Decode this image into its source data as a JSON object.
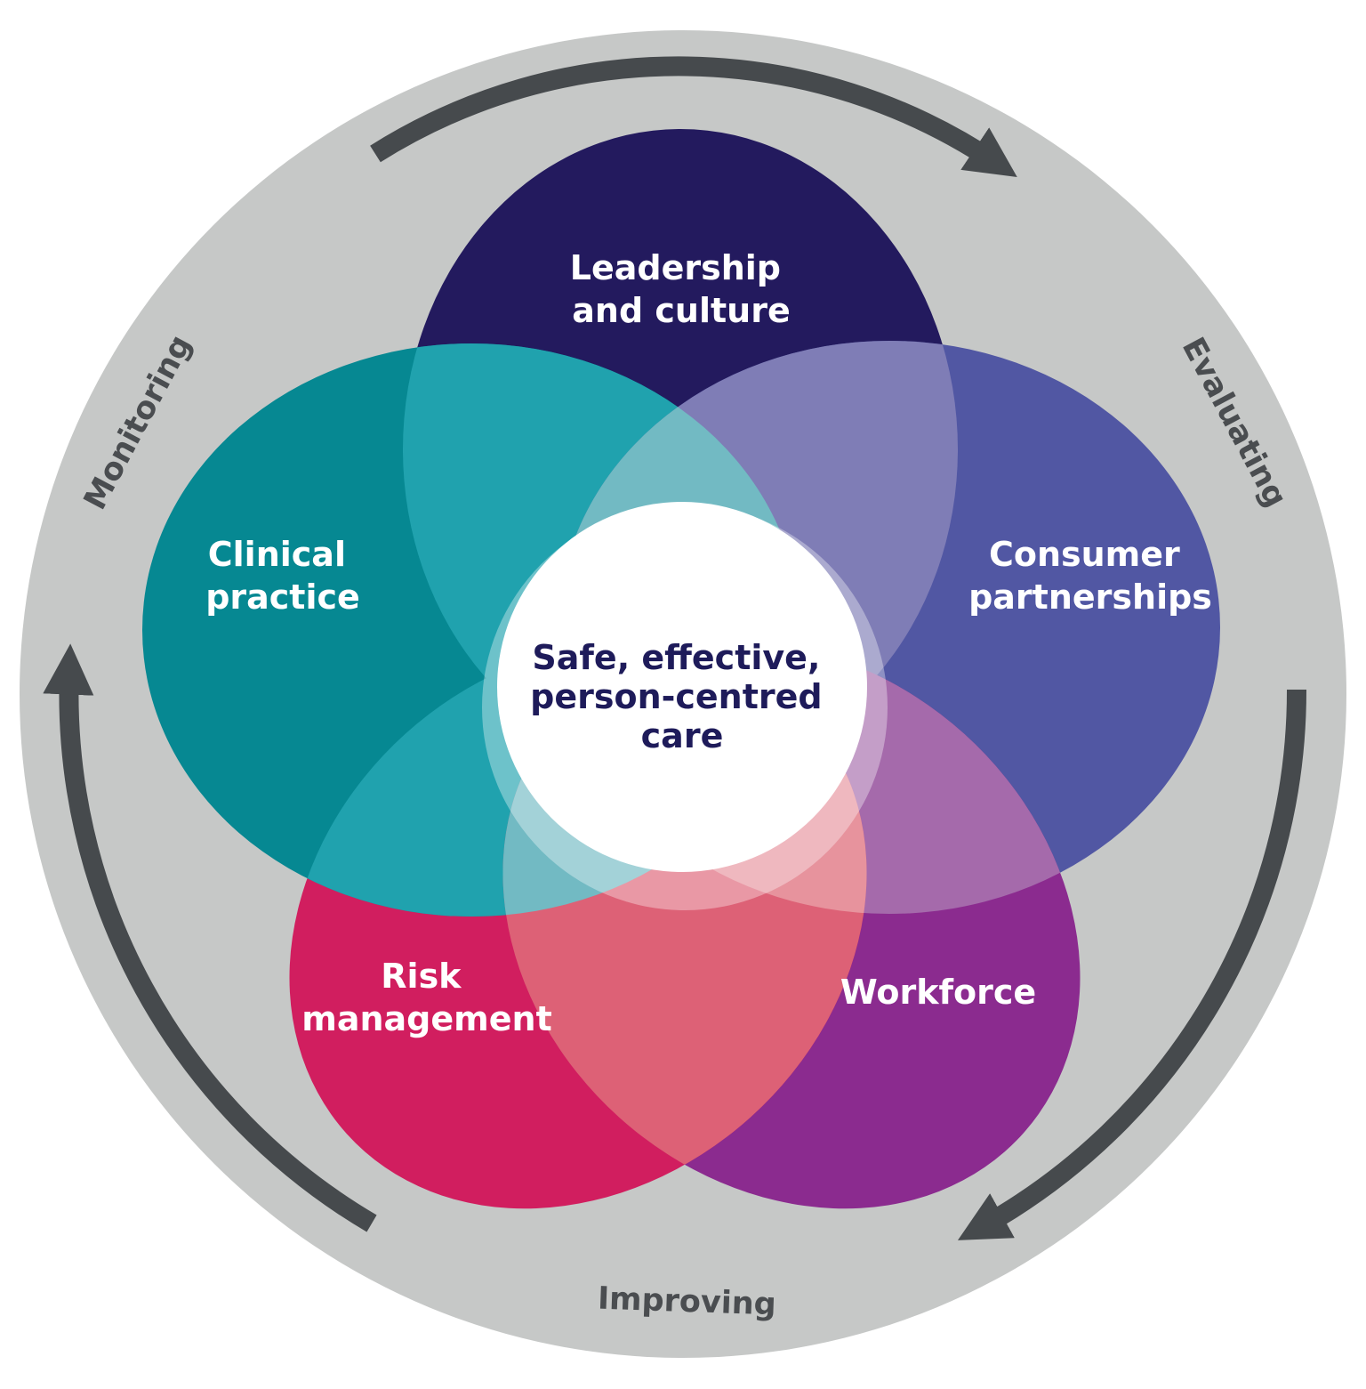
{
  "colors": {
    "outer_ring": "#c6c8c7",
    "arrow": "#464a4d",
    "cycle_text": "#4a4d50",
    "leadership": "#231a5e",
    "consumer": "#5157a3",
    "workforce": "#8b2b8f",
    "risk": "#d11e5f",
    "clinical": "#068892",
    "center_fill": "#ffffff",
    "center_text": "#1e1b5a"
  },
  "center": {
    "line1": "Safe, effective,",
    "line2": "person-centred",
    "line3": "care"
  },
  "domains": {
    "leadership": {
      "line1": "Leadership",
      "line2": "and culture"
    },
    "consumer": {
      "line1": "Consumer",
      "line2": "partnerships"
    },
    "workforce": {
      "line1": "Workforce"
    },
    "risk": {
      "line1": "Risk",
      "line2": "management"
    },
    "clinical": {
      "line1": "Clinical",
      "line2": "practice"
    }
  },
  "cycle": {
    "monitoring": "Monitoring",
    "evaluating": "Evaluating",
    "improving": "Improving"
  }
}
